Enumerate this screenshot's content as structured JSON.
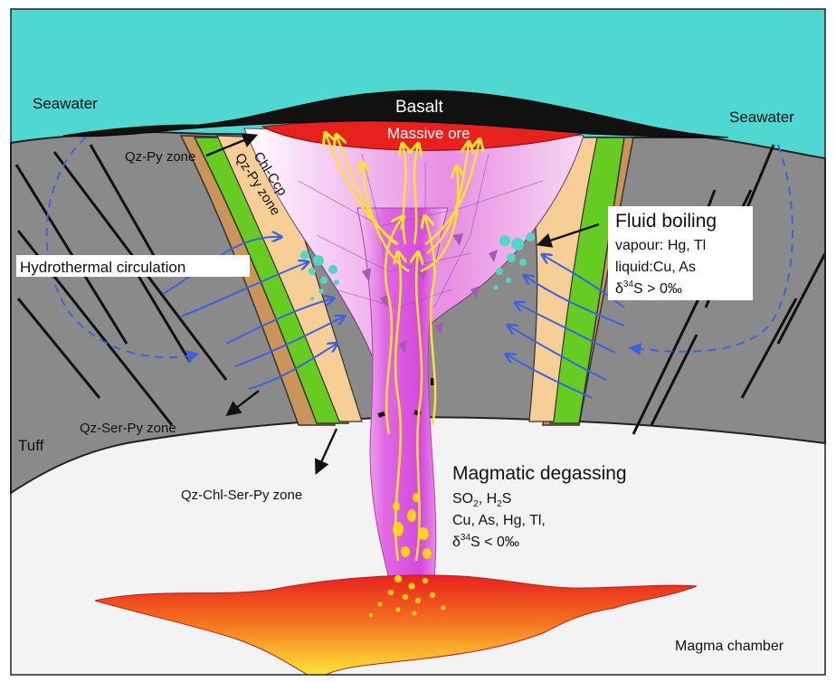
{
  "labels": {
    "seawater_left": "Seawater",
    "seawater_right": "Seawater",
    "basalt": "Basalt",
    "massive_ore": "Massive ore",
    "qz_py_zone": "Qz-Py zone",
    "chl_ccp_line1": "Chl-Ccp",
    "chl_ccp_line2": "Qz-Py zone",
    "hydrothermal_circulation": "Hydrothermal circulation",
    "qz_ser_py_zone": "Qz-Ser-Py zone",
    "tuff": "Tuff",
    "qz_chl_ser_py_zone": "Qz-Chl-Ser-Py zone",
    "magma_chamber": "Magma chamber"
  },
  "fluid_boiling": {
    "title": "Fluid boiling",
    "vapour": "vapour: Hg, Tl",
    "liquid": "liquid:Cu, As",
    "isotope_prefix": "δ",
    "isotope_sup": "34",
    "isotope_suffix": "S > 0‰"
  },
  "magmatic_degassing": {
    "title": "Magmatic degassing",
    "line1_a": "SO",
    "line1_sub1": "2",
    "line1_b": ", H",
    "line1_sub2": "2",
    "line1_c": "S",
    "line2": "Cu, As, Hg, Tl,",
    "isotope_prefix": "δ",
    "isotope_sup": "34",
    "isotope_suffix": "S < 0‰"
  },
  "colors": {
    "seawater": "#4fd8d2",
    "tuff": "#8a8a8a",
    "basalt": "#111111",
    "massive_ore": "#e8211f",
    "green_zone": "#66cc22",
    "tan_zone": "#f7cf96",
    "brown_zone": "#c9955a",
    "pipe": "#e060e0",
    "fluid_arrows": "#ffe033",
    "circulation_arrows": "#3a63e0",
    "bubbles": "#53d6c6"
  }
}
